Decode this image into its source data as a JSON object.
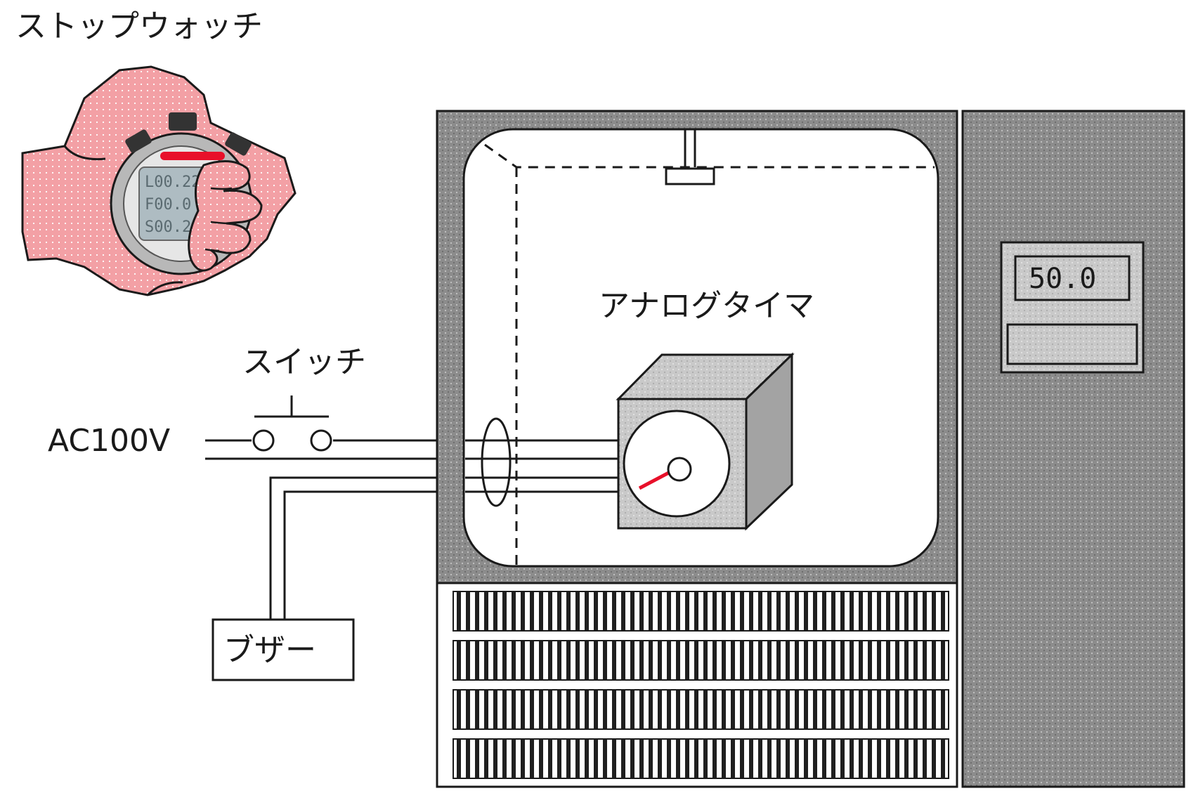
{
  "labels": {
    "stopwatch": "ストップウォッチ",
    "analog_timer": "アナログタイマ",
    "switch": "スイッチ",
    "power": "AC100V",
    "buzzer": "ブザー"
  },
  "display": {
    "value": "50.0"
  },
  "stopwatch_lcd": {
    "line1": "L00.22",
    "line2": "F00.0",
    "line3": "S00.22"
  },
  "colors": {
    "cabinet": "#8c8c8c",
    "hand": "#f3a0a5",
    "timer_needle": "#e8102a",
    "stopwatch_band": "#e8102a"
  }
}
